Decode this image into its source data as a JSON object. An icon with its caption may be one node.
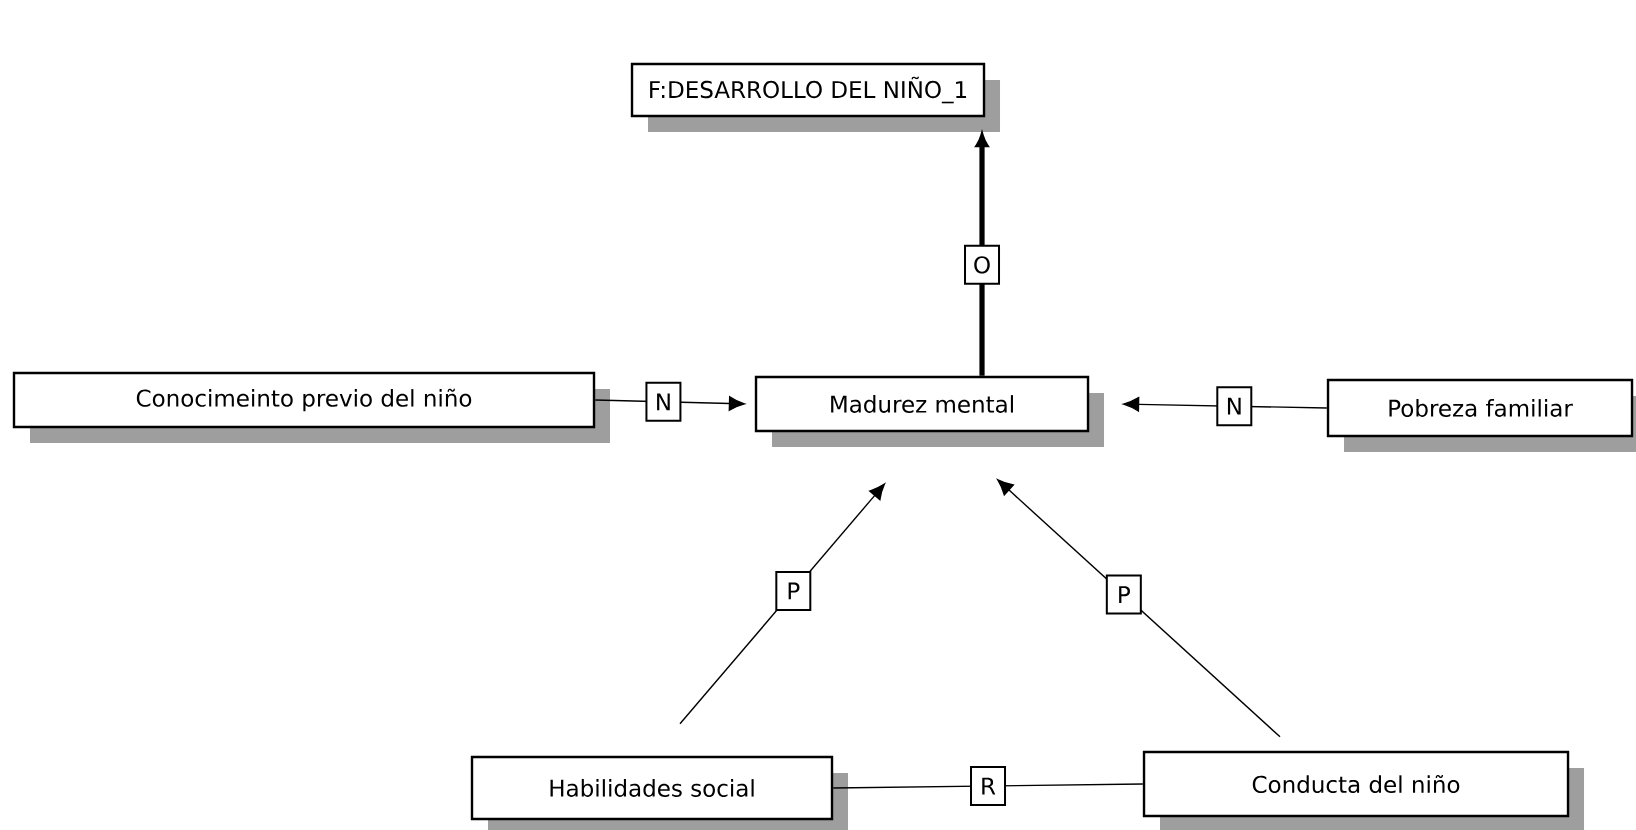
{
  "diagram": {
    "nodes": [
      {
        "text": [
          "F:DESARROLLO DEL NIÑO_1"
        ]
      },
      {
        "text": [
          "Conocimeinto previo del niño"
        ]
      },
      {
        "text": [
          "Madurez mental"
        ]
      },
      {
        "text": [
          "Pobreza familiar"
        ]
      },
      {
        "text": [
          "Habilidades social"
        ]
      },
      {
        "text": [
          "Conducta del niño"
        ]
      }
    ],
    "edges": [
      {
        "from": 2,
        "to": 0,
        "arrow": "to",
        "label": "O",
        "style": "thick"
      },
      {
        "from": 1,
        "to": 2,
        "arrow": "to",
        "label": "N"
      },
      {
        "from": 3,
        "to": 2,
        "arrow": "to",
        "label": "N"
      },
      {
        "from": 4,
        "to": 2,
        "arrow": "to",
        "label": "P"
      },
      {
        "from": 5,
        "to": 2,
        "arrow": "to",
        "label": "P"
      },
      {
        "from": 4,
        "to": 5,
        "arrow": "none",
        "label": "R"
      }
    ]
  }
}
